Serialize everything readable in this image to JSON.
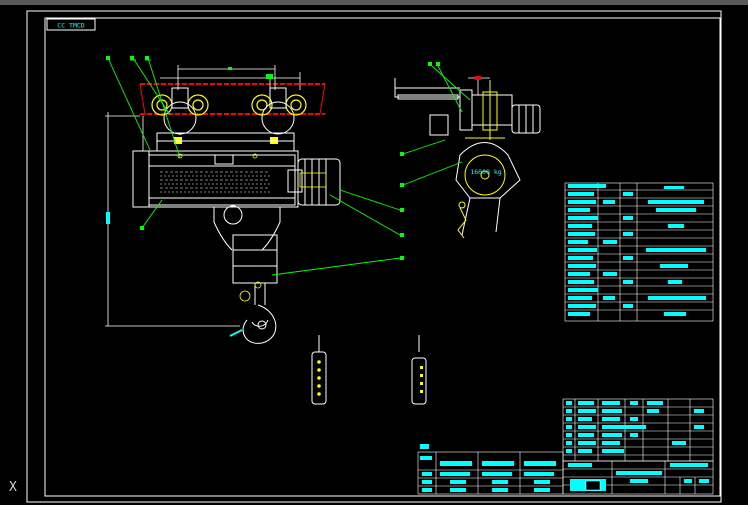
{
  "drawing": {
    "frame_tag": "CC TMCD",
    "load_label": "16000 kg",
    "ucs_mark": "X",
    "colors": {
      "background": "#000000",
      "frame": "#ffffff",
      "main_lines": "#ffffff",
      "detail_lines": "#ffff00",
      "leaders": "#00ff00",
      "text_blocks": "#00ffff",
      "rail": "#ff0000"
    }
  }
}
